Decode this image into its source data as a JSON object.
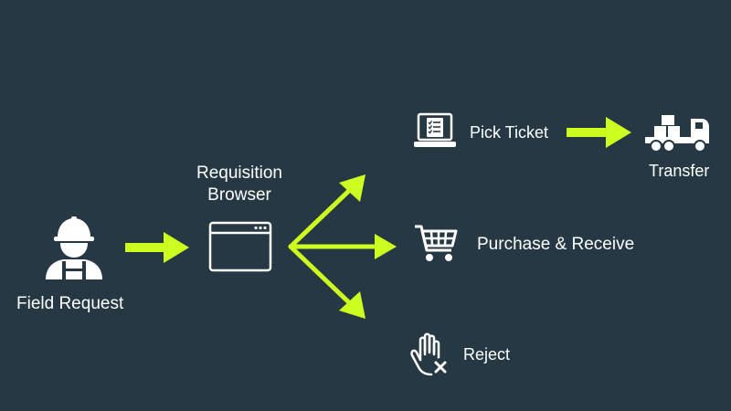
{
  "colors": {
    "background": "#263843",
    "accent": "#ccff1f",
    "text": "#ffffff"
  },
  "nodes": {
    "field_request": {
      "label": "Field Request",
      "icon": "worker-hardhat-icon"
    },
    "requisition_browser": {
      "label_line1": "Requisition",
      "label_line2": "Browser",
      "icon": "browser-window-icon"
    },
    "pick_ticket": {
      "label": "Pick Ticket",
      "icon": "laptop-checklist-icon"
    },
    "transfer": {
      "label": "Transfer",
      "icon": "truck-icon"
    },
    "purchase_receive": {
      "label": "Purchase & Receive",
      "icon": "shopping-cart-icon"
    },
    "reject": {
      "label": "Reject",
      "icon": "hand-reject-icon"
    }
  }
}
